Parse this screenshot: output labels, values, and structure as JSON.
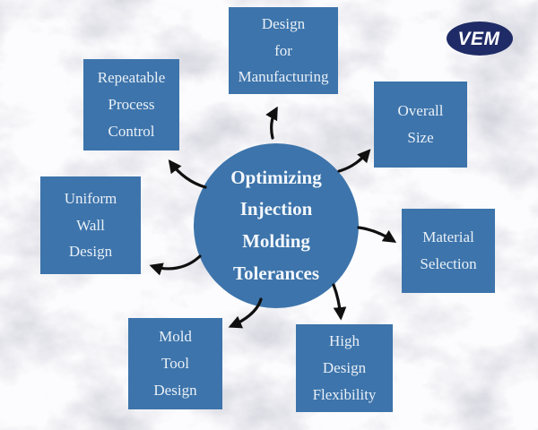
{
  "logo": {
    "text": "VEM"
  },
  "center": {
    "lines": [
      "Optimizing",
      "Injection",
      "Molding",
      "Tolerances"
    ]
  },
  "nodes": {
    "design_for_manufacturing": {
      "lines": [
        "Design",
        "for",
        "Manufacturing"
      ]
    },
    "repeatable_process_control": {
      "lines": [
        "Repeatable",
        "Process",
        "Control"
      ]
    },
    "overall_size": {
      "lines": [
        "Overall",
        "Size"
      ]
    },
    "uniform_wall_design": {
      "lines": [
        "Uniform",
        "Wall",
        "Design"
      ]
    },
    "material_selection": {
      "lines": [
        "Material",
        "Selection"
      ]
    },
    "mold_tool_design": {
      "lines": [
        "Mold",
        "Tool",
        "Design"
      ]
    },
    "high_design_flexibility": {
      "lines": [
        "High",
        "Design",
        "Flexibility"
      ]
    }
  },
  "colors": {
    "node_fill": "#3d74ab",
    "node_text": "#e9f0f7",
    "center_text": "#f4f8fc",
    "arrow": "#101010",
    "logo_navy": "#1f2b66",
    "background_marble": "#fbfbfd",
    "marble_vein": "#c9c9d6"
  }
}
